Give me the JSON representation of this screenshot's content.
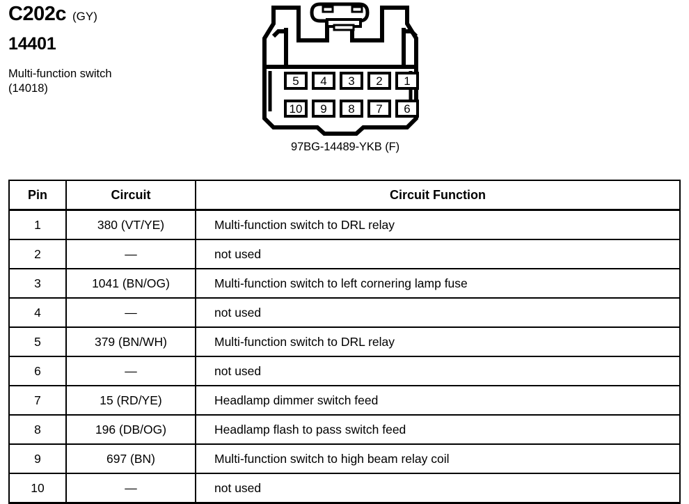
{
  "header": {
    "connector_id": "C202c",
    "color_code": "(GY)",
    "part_number": "14401",
    "component_name": "Multi-function switch",
    "component_number": "(14018)"
  },
  "connector": {
    "caption": "97BG-14489-YKB (F)",
    "top_row_pins": [
      "5",
      "4",
      "3",
      "2",
      "1"
    ],
    "bottom_row_pins": [
      "10",
      "9",
      "8",
      "7",
      "6"
    ],
    "outline_color": "#000000",
    "fill_color": "#ffffff"
  },
  "table": {
    "headers": {
      "pin": "Pin",
      "circuit": "Circuit",
      "function": "Circuit Function"
    },
    "rows": [
      {
        "pin": "1",
        "circuit": "380 (VT/YE)",
        "function": "Multi-function switch to DRL relay"
      },
      {
        "pin": "2",
        "circuit": "—",
        "function": "not used"
      },
      {
        "pin": "3",
        "circuit": "1041 (BN/OG)",
        "function": "Multi-function switch to left cornering lamp fuse"
      },
      {
        "pin": "4",
        "circuit": "—",
        "function": "not used"
      },
      {
        "pin": "5",
        "circuit": "379 (BN/WH)",
        "function": "Multi-function switch to DRL relay"
      },
      {
        "pin": "6",
        "circuit": "—",
        "function": "not used"
      },
      {
        "pin": "7",
        "circuit": "15 (RD/YE)",
        "function": "Headlamp dimmer switch feed"
      },
      {
        "pin": "8",
        "circuit": "196 (DB/OG)",
        "function": "Headlamp flash to pass switch feed"
      },
      {
        "pin": "9",
        "circuit": "697 (BN)",
        "function": "Multi-function switch to high beam relay coil"
      },
      {
        "pin": "10",
        "circuit": "—",
        "function": "not used"
      }
    ]
  }
}
